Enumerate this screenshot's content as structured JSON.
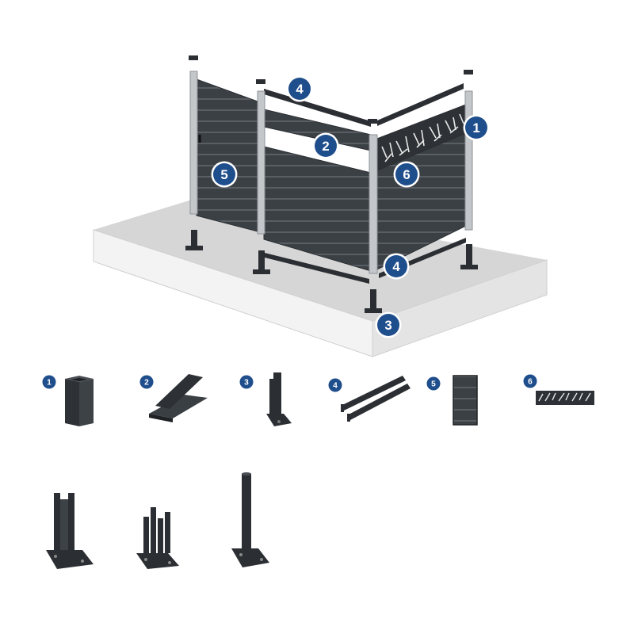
{
  "colors": {
    "badge_fill": "#1f4e8c",
    "badge_ring": "#ffffff",
    "panel_dark": "#3b4045",
    "panel_line": "#585e64",
    "post_silver": "#c4c7ca",
    "slab_top": "#d9d9d9",
    "slab_side": "#f2f2f2",
    "hardware": "#2b2f33"
  },
  "callouts": [
    {
      "label": "1",
      "part": "post"
    },
    {
      "label": "2",
      "part": "fence-board"
    },
    {
      "label": "3",
      "part": "base-bracket"
    },
    {
      "label": "4",
      "part": "rail-profile"
    },
    {
      "label": "4",
      "part": "rail-profile"
    },
    {
      "label": "5",
      "part": "gate"
    },
    {
      "label": "6",
      "part": "decorative-panel"
    }
  ],
  "legend": [
    {
      "label": "1",
      "part": "post-icon"
    },
    {
      "label": "2",
      "part": "board-icon"
    },
    {
      "label": "3",
      "part": "bracket-icon"
    },
    {
      "label": "4",
      "part": "rail-icon"
    },
    {
      "label": "5",
      "part": "gate-icon"
    },
    {
      "label": "6",
      "part": "decor-panel-icon"
    }
  ],
  "accessories": [
    {
      "part": "u-bracket-base-icon"
    },
    {
      "part": "multi-tube-base-icon"
    },
    {
      "part": "tall-pipe-base-icon"
    }
  ]
}
